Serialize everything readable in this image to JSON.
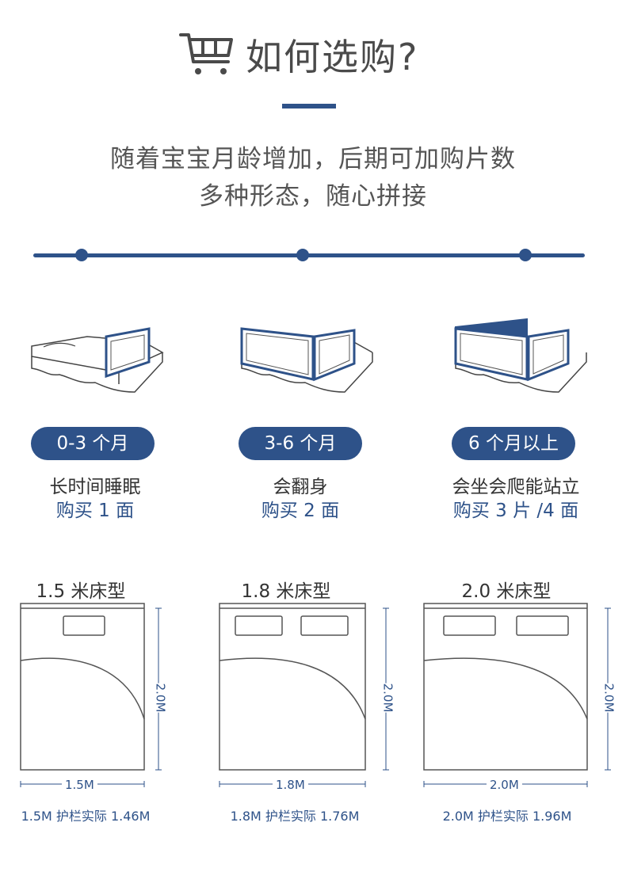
{
  "header": {
    "title": "如何选购?",
    "cart_icon": "shopping-cart-icon"
  },
  "intro": {
    "line1": "随着宝宝月龄增加，后期可加购片数",
    "line2": "多种形态，随心拼接"
  },
  "stages": [
    {
      "age": "0-3 个月",
      "behavior": "长时间睡眠",
      "purchase": "购买 1 面"
    },
    {
      "age": "3-6 个月",
      "behavior": "会翻身",
      "purchase": "购买 2 面"
    },
    {
      "age": "6 个月以上",
      "behavior": "会坐会爬能站立",
      "purchase": "购买 3 片 /4 面"
    }
  ],
  "beds": [
    {
      "type": "1.5 米床型",
      "width": "1.5M",
      "length": "2.0M",
      "actual": "1.5M 护栏实际 1.46M"
    },
    {
      "type": "1.8 米床型",
      "width": "1.8M",
      "length": "2.0M",
      "actual": "1.8M 护栏实际 1.76M"
    },
    {
      "type": "2.0 米床型",
      "width": "2.0M",
      "length": "2.0M",
      "actual": "2.0M 护栏实际 1.96M"
    }
  ],
  "colors": {
    "accent": "#2e5289",
    "text": "#4a4a4a",
    "line": "#555555"
  }
}
